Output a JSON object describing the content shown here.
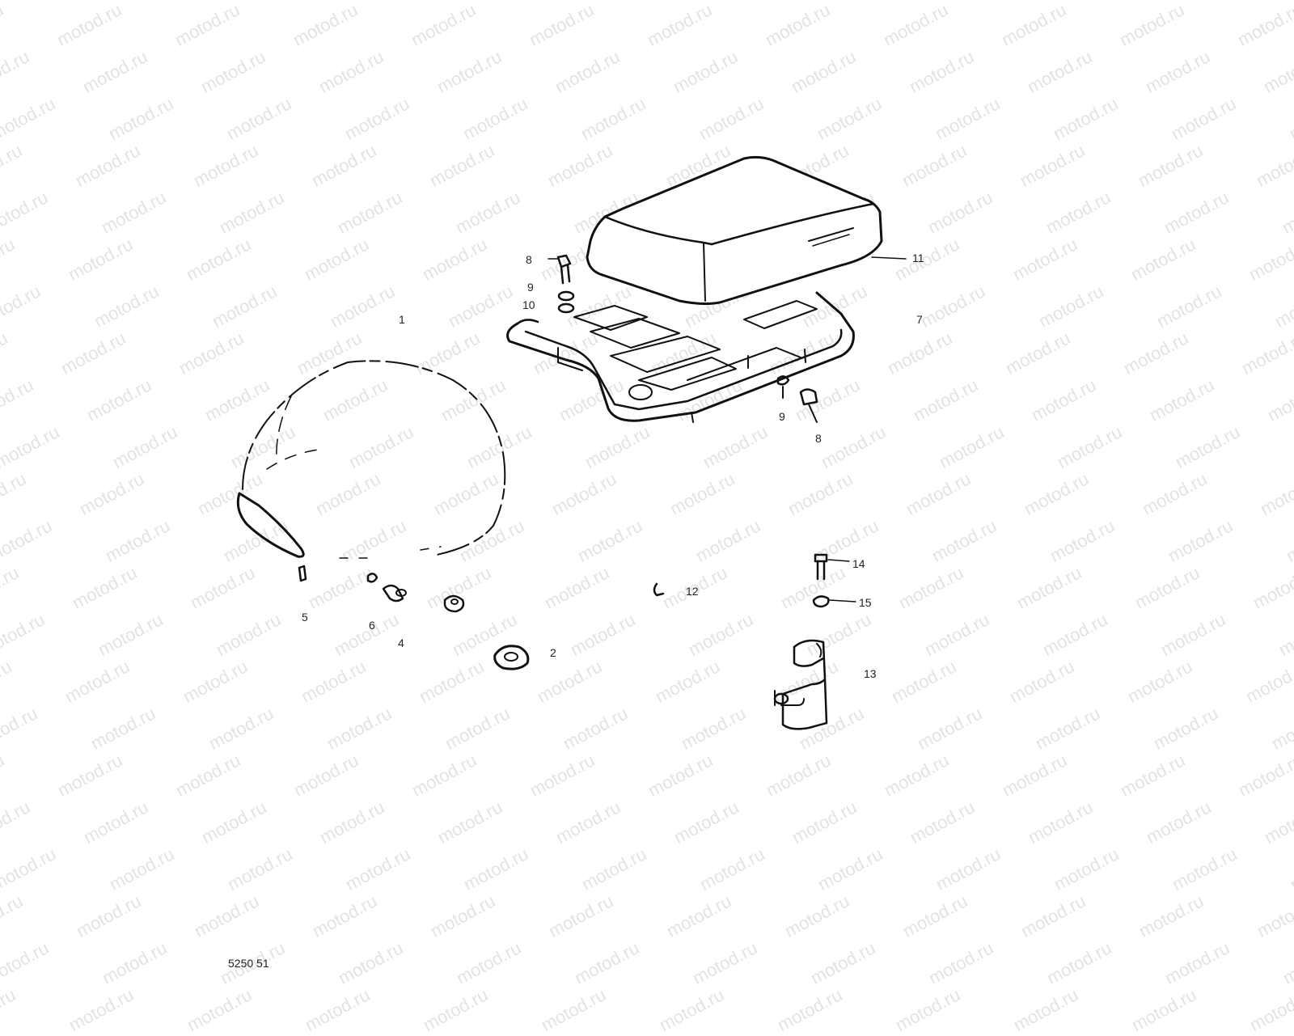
{
  "watermark": "motod.ru",
  "callouts": {
    "c1": "1",
    "c2": "2",
    "c4": "4",
    "c5": "5",
    "c6": "6",
    "c7": "7",
    "c8a": "8",
    "c8b": "8",
    "c9a": "9",
    "c9b": "9",
    "c10": "10",
    "c11": "11",
    "c12": "12",
    "c13": "13",
    "c14": "14",
    "c15": "15"
  },
  "footer": {
    "code": "5250 51"
  },
  "colors": {
    "line": "#111111",
    "watermark": "#e3e3e3",
    "background": "#ffffff"
  }
}
